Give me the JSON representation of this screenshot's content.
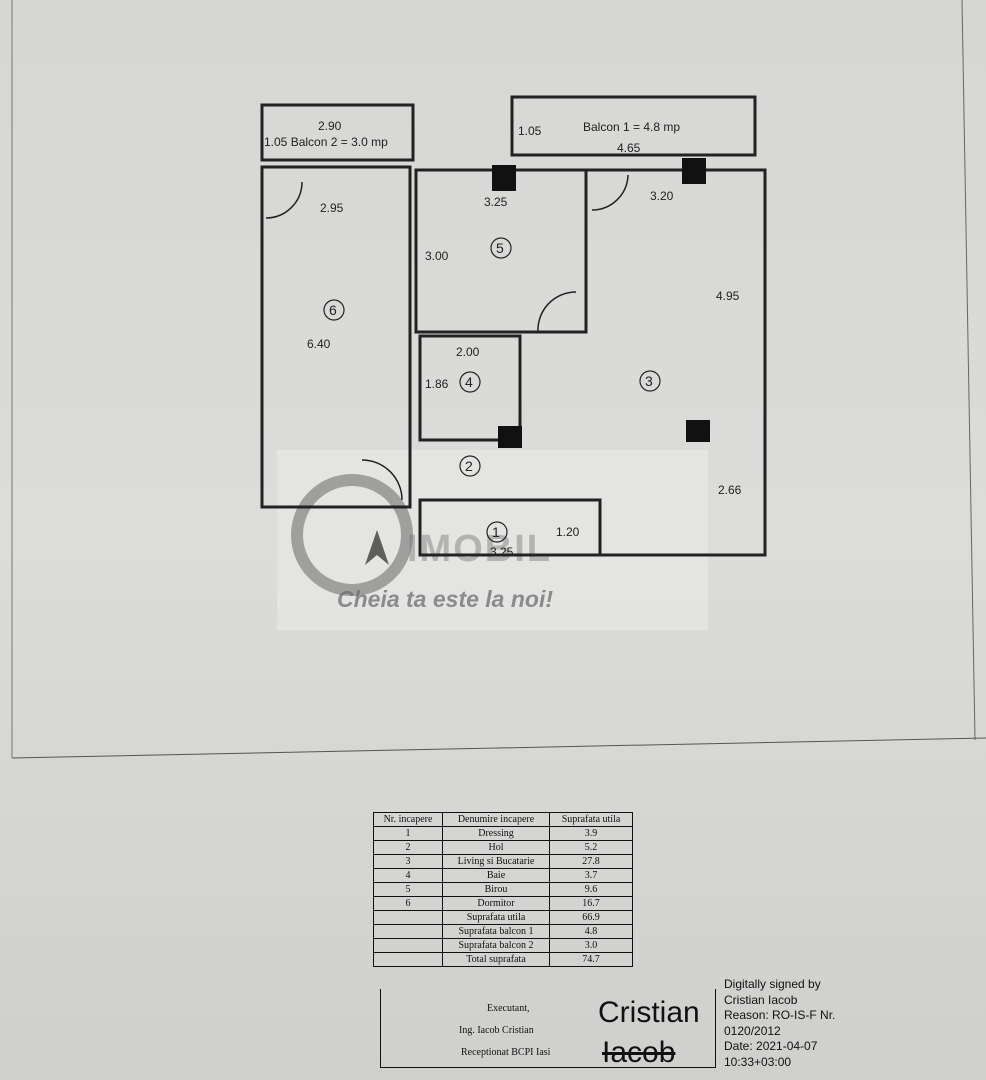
{
  "plan": {
    "balcony2": {
      "width": "2.90",
      "label": "1.05 Balcon 2 = 3.0 mp"
    },
    "balcony1": {
      "depth": "1.05",
      "label": "Balcon 1 = 4.8 mp",
      "width": "4.65"
    },
    "dims": {
      "room6_width": "2.95",
      "room5_width": "3.25",
      "room3_width": "3.20",
      "room5_depth": "3.00",
      "room3_depth": "4.95",
      "room6_depth": "6.40",
      "room4_width": "2.00",
      "room4_depth": "1.86",
      "room3_lower": "2.66",
      "room1_depth": "1.20",
      "room1_width": "3.25"
    },
    "room_numbers": [
      "1",
      "2",
      "3",
      "4",
      "5",
      "6"
    ]
  },
  "watermark": {
    "brand": "IMOBIL",
    "slogan": "Cheia ta este la noi!"
  },
  "table": {
    "headers": [
      "Nr. incapere",
      "Denumire incapere",
      "Suprafata utila"
    ],
    "rows": [
      [
        "1",
        "Dressing",
        "3.9"
      ],
      [
        "2",
        "Hol",
        "5.2"
      ],
      [
        "3",
        "Living si Bucatarie",
        "27.8"
      ],
      [
        "4",
        "Baie",
        "3.7"
      ],
      [
        "5",
        "Birou",
        "9.6"
      ],
      [
        "6",
        "Dormitor",
        "16.7"
      ],
      [
        "",
        "Suprafata utila",
        "66.9"
      ],
      [
        "",
        "Suprafata balcon 1",
        "4.8"
      ],
      [
        "",
        "Suprafata balcon 2",
        "3.0"
      ],
      [
        "",
        "Total suprafata",
        "74.7"
      ]
    ]
  },
  "signature_block": {
    "executant": "Executant,",
    "engineer": "Ing. Iacob Cristian",
    "received": "Receptionat BCPI Iasi"
  },
  "signature": {
    "first": "Cristian",
    "last": "Iacob"
  },
  "digital_signature": [
    "Digitally signed by",
    "Cristian Iacob",
    "Reason: RO-IS-F Nr.",
    "0120/2012",
    "Date: 2021-04-07",
    "10:33+03:00"
  ]
}
